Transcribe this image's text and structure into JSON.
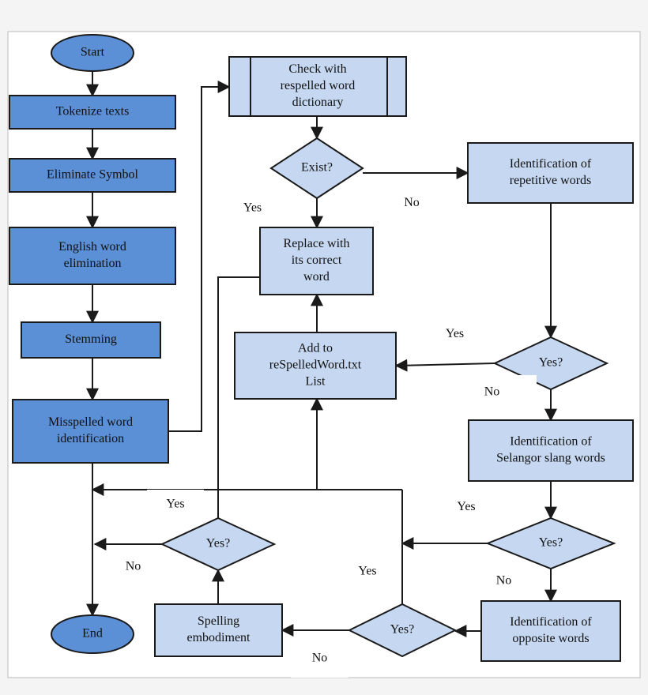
{
  "colors": {
    "dark_fill": "#5b8fd6",
    "light_fill": "#c6d8f1",
    "stroke": "#1a1a1a",
    "panel_bg": "#ffffff",
    "page_bg": "#f4f4f4",
    "label_bg": "#ffffff"
  },
  "nodes": {
    "start": {
      "lines": [
        "Start"
      ]
    },
    "tokenize": {
      "lines": [
        "Tokenize texts"
      ]
    },
    "eliminate": {
      "lines": [
        "Eliminate Symbol"
      ]
    },
    "english": {
      "lines": [
        "English word",
        "elimination"
      ]
    },
    "stemming": {
      "lines": [
        "Stemming"
      ]
    },
    "misspelled": {
      "lines": [
        "Misspelled word",
        "identification"
      ]
    },
    "end": {
      "lines": [
        "End"
      ]
    },
    "check": {
      "lines": [
        "Check with",
        "respelled word",
        "dictionary"
      ]
    },
    "exist": {
      "lines": [
        "Exist?"
      ]
    },
    "replace": {
      "lines": [
        "Replace with",
        "its correct",
        "word"
      ]
    },
    "add": {
      "lines": [
        "Add to",
        "reSpelledWord.txt",
        "List"
      ]
    },
    "repetitive": {
      "lines": [
        "Identification of",
        "repetitive words"
      ]
    },
    "yes1": {
      "lines": [
        "Yes?"
      ]
    },
    "slang": {
      "lines": [
        "Identification of",
        "Selangor slang words"
      ]
    },
    "yes2": {
      "lines": [
        "Yes?"
      ]
    },
    "opposite": {
      "lines": [
        "Identification of",
        "opposite words"
      ]
    },
    "yes3": {
      "lines": [
        "Yes?"
      ]
    },
    "embodiment": {
      "lines": [
        "Spelling",
        "embodiment"
      ]
    },
    "yes4": {
      "lines": [
        "Yes?"
      ]
    }
  },
  "edge_labels": {
    "exist_yes": "Yes",
    "exist_no": "No",
    "rep_yes": "Yes",
    "rep_no": "No",
    "slang_yes": "Yes",
    "slang_no": "No",
    "opp_yes": "Yes",
    "opp_no": "No",
    "emb_yes": "Yes",
    "emb_no": "No"
  }
}
